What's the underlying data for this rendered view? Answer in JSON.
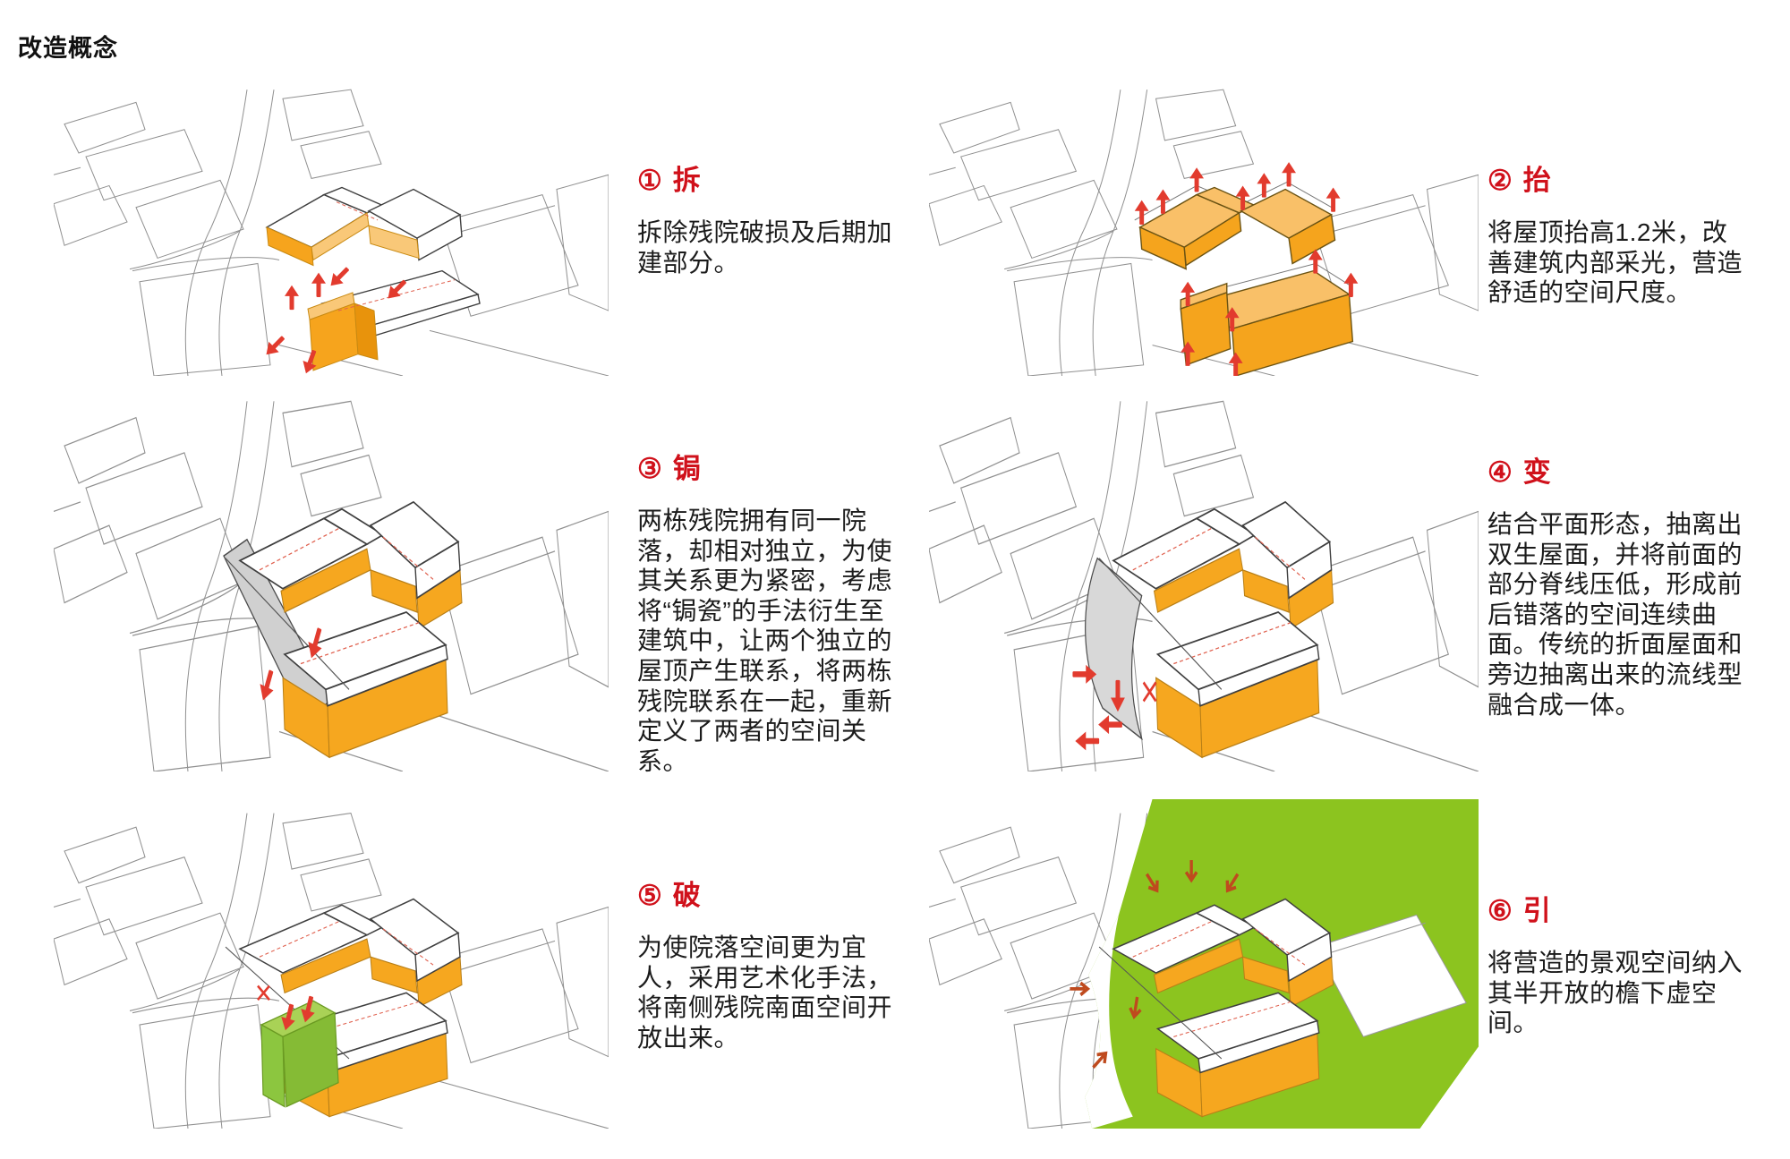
{
  "page": {
    "title": "改造概念"
  },
  "colors": {
    "title_red": "#d0111b",
    "arrow_red": "#E23B2E",
    "arrow_dark_outline": "#BF4A1E",
    "wall_orange": "#F6A71F",
    "roof_orange_light": "#F9C068",
    "landscape_green": "#8CC41F",
    "cube_green": "#8CC63F",
    "ribbon_gray": "#d0d0d0",
    "siteplan_line": "#909090",
    "body_text": "#1b1b1b"
  },
  "concepts": [
    {
      "number": "①",
      "name": "拆",
      "body": "拆除残院破损及后期加建部分。"
    },
    {
      "number": "②",
      "name": "抬",
      "body": "将屋顶抬高1.2米，改善建筑内部采光，营造舒适的空间尺度。"
    },
    {
      "number": "③",
      "name": "锔",
      "body": "两栋残院拥有同一院落，却相对独立，为使其关系更为紧密，考虑将“锔瓷”的手法衍生至建筑中，让两个独立的屋顶产生联系，将两栋残院联系在一起，重新定义了两者的空间关系。"
    },
    {
      "number": "④",
      "name": "变",
      "body": "结合平面形态，抽离出双生屋面，并将前面的部分脊线压低，形成前后错落的空间连续曲面。传统的折面屋面和旁边抽离出来的流线型融合成一体。"
    },
    {
      "number": "⑤",
      "name": "破",
      "body": "为使院落空间更为宜人，采用艺术化手法，将南侧残院南面空间开放出来。"
    },
    {
      "number": "⑥",
      "name": "引",
      "body": "将营造的景观空间纳入其半开放的檐下虚空间。"
    }
  ]
}
